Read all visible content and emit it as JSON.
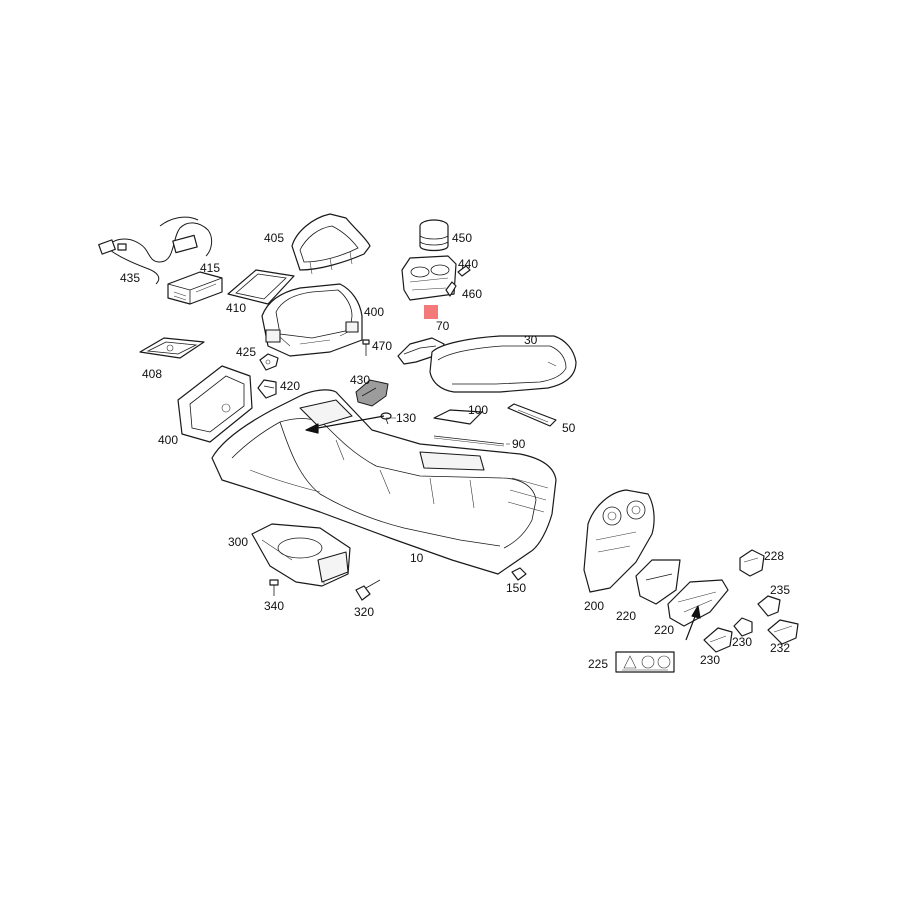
{
  "parts": [
    {
      "id": "p435",
      "label": "435"
    },
    {
      "id": "p415",
      "label": "415"
    },
    {
      "id": "p405",
      "label": "405"
    },
    {
      "id": "p410",
      "label": "410"
    },
    {
      "id": "p400a",
      "label": "400"
    },
    {
      "id": "p450",
      "label": "450"
    },
    {
      "id": "p440",
      "label": "440"
    },
    {
      "id": "p460",
      "label": "460"
    },
    {
      "id": "p70",
      "label": "70"
    },
    {
      "id": "p30",
      "label": "30"
    },
    {
      "id": "p408",
      "label": "408"
    },
    {
      "id": "p425",
      "label": "425"
    },
    {
      "id": "p470",
      "label": "470"
    },
    {
      "id": "p420",
      "label": "420"
    },
    {
      "id": "p430",
      "label": "430"
    },
    {
      "id": "p130",
      "label": "130"
    },
    {
      "id": "p100",
      "label": "100"
    },
    {
      "id": "p50",
      "label": "50"
    },
    {
      "id": "p90",
      "label": "90"
    },
    {
      "id": "p400b",
      "label": "400"
    },
    {
      "id": "p300",
      "label": "300"
    },
    {
      "id": "p10",
      "label": "10"
    },
    {
      "id": "p340",
      "label": "340"
    },
    {
      "id": "p320",
      "label": "320"
    },
    {
      "id": "p150",
      "label": "150"
    },
    {
      "id": "p200",
      "label": "200"
    },
    {
      "id": "p220a",
      "label": "220"
    },
    {
      "id": "p220b",
      "label": "220"
    },
    {
      "id": "p228",
      "label": "228"
    },
    {
      "id": "p235",
      "label": "235"
    },
    {
      "id": "p230a",
      "label": "230"
    },
    {
      "id": "p230b",
      "label": "230"
    },
    {
      "id": "p232",
      "label": "232"
    },
    {
      "id": "p225",
      "label": "225"
    }
  ],
  "colors": {
    "line": "#1a1a1a",
    "highlight": "#f47a7a",
    "background": "#ffffff"
  }
}
